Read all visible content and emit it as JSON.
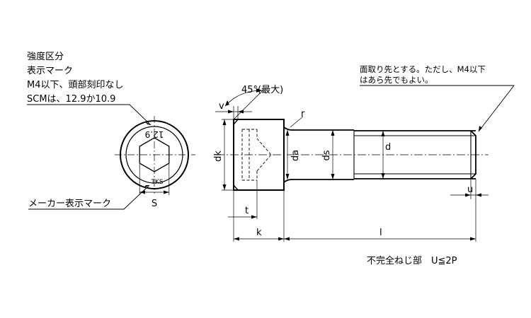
{
  "notes": {
    "strength_title_line1": "強度区分",
    "strength_title_line2": "表示マーク",
    "strength_line3": "M4以下、頭部刻印なし",
    "strength_line4": "SCMは、12.9か10.9",
    "chamfer_line1": "面取り先とする。ただし、M4以下",
    "chamfer_line2": "はあら先でもよい。",
    "maker_mark": "メーカー表示マーク",
    "incomplete_thread": "不完全ねじ部　U≦2P"
  },
  "head_marks": {
    "grade": "12.9",
    "maker": "TKS"
  },
  "dimensions": {
    "angle": "45°(最大)",
    "v": "v",
    "r": "r",
    "dk": "dk",
    "da": "da",
    "ds": "ds",
    "d": "d",
    "t": "t",
    "k": "k",
    "l": "l",
    "u": "u",
    "s": "S"
  }
}
